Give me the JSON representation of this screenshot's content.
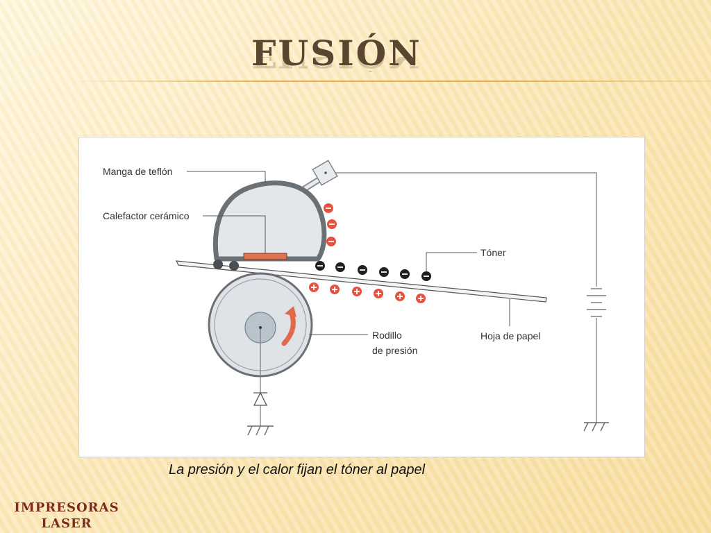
{
  "slide": {
    "title": "FUSIÓN",
    "caption": "La presión y el calor fijan el tóner al papel",
    "footer_line1": "IMPRESORAS",
    "footer_line2": "LASER"
  },
  "diagram": {
    "labels": {
      "sleeve": "Manga de teflón",
      "heater": "Calefactor cerámico",
      "toner": "Tóner",
      "roller_line1": "Rodillo",
      "roller_line2": "de presión",
      "paper": "Hoja de papel"
    },
    "colors": {
      "charge_negative_red": "#e8513e",
      "heater": "#e07050",
      "arrow": "#e06a4a",
      "roller_fill": "#dfe3e8",
      "roller_hub": "#b9c3cc"
    }
  }
}
